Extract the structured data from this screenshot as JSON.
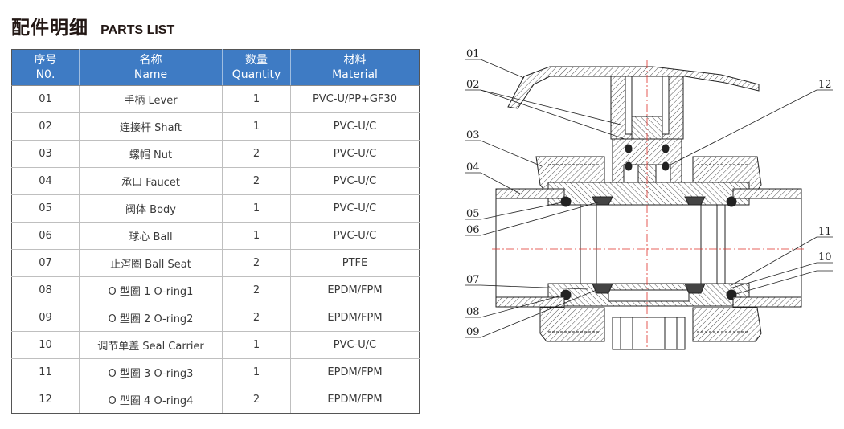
{
  "title": {
    "zh": "配件明细",
    "en": "PARTS LIST"
  },
  "headers": [
    {
      "zh": "序号",
      "en": "N0."
    },
    {
      "zh": "名称",
      "en": "Name"
    },
    {
      "zh": "数量",
      "en": "Quantity"
    },
    {
      "zh": "材料",
      "en": "Material"
    }
  ],
  "rows": [
    [
      "01",
      "手柄 Lever",
      "1",
      "PVC-U/PP+GF30"
    ],
    [
      "02",
      "连接杆 Shaft",
      "1",
      "PVC-U/C"
    ],
    [
      "03",
      "螺帽 Nut",
      "2",
      "PVC-U/C"
    ],
    [
      "04",
      "承口 Faucet",
      "2",
      "PVC-U/C"
    ],
    [
      "05",
      "阀体 Body",
      "1",
      "PVC-U/C"
    ],
    [
      "06",
      "球心 Ball",
      "1",
      "PVC-U/C"
    ],
    [
      "07",
      "止泻圈 Ball Seat",
      "2",
      "PTFE"
    ],
    [
      "08",
      "O 型圈 1 O-ring1",
      "2",
      "EPDM/FPM"
    ],
    [
      "09",
      "O 型圈 2 O-ring2",
      "2",
      "EPDM/FPM"
    ],
    [
      "10",
      "调节单盖 Seal Carrier",
      "1",
      "PVC-U/C"
    ],
    [
      "11",
      "O 型圈 3 O-ring3",
      "1",
      "EPDM/FPM"
    ],
    [
      "12",
      "O 型圈 4 O-ring4",
      "2",
      "EPDM/FPM"
    ]
  ],
  "callouts": {
    "c01": "01",
    "c02": "02",
    "c03": "03",
    "c04": "04",
    "c05": "05",
    "c06": "06",
    "c07": "07",
    "c08": "08",
    "c09": "09",
    "c10": "10",
    "c11": "11",
    "c12": "12"
  },
  "colors": {
    "header_bg": "#3e7bc4",
    "centerline": "#e0302a"
  }
}
